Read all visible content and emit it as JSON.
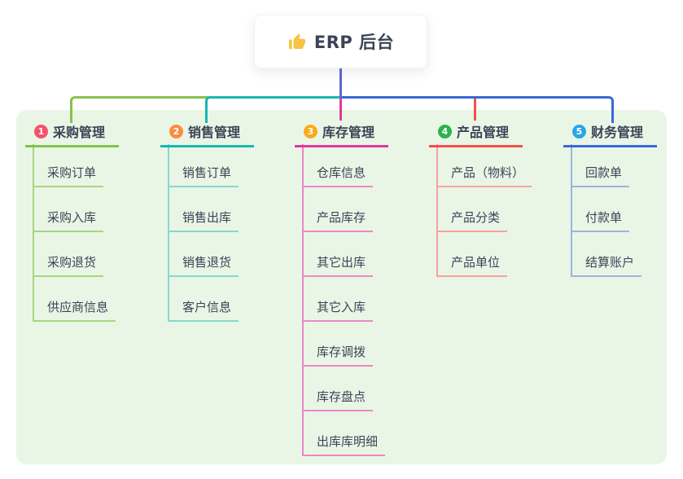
{
  "root": {
    "label": "ERP 后台",
    "icon": "thumbs-up-icon",
    "icon_color": "#f6c344",
    "line_color": "#5b68cf"
  },
  "panel_color": "#e9f6e6",
  "branches": [
    {
      "num": "1",
      "title": "采购管理",
      "badge_color": "#f4526b",
      "line": "#88c14c",
      "line_light": "#a9d57f",
      "children": [
        "采购订单",
        "采购入库",
        "采购退货",
        "供应商信息"
      ]
    },
    {
      "num": "2",
      "title": "销售管理",
      "badge_color": "#fb8d3d",
      "line": "#17b8b0",
      "line_light": "#82d9cf",
      "children": [
        "销售订单",
        "销售出库",
        "销售退货",
        "客户信息"
      ]
    },
    {
      "num": "3",
      "title": "库存管理",
      "badge_color": "#fbab18",
      "line": "#e0399e",
      "line_light": "#ef86c4",
      "children": [
        "仓库信息",
        "产品库存",
        "其它出库",
        "其它入库",
        "库存调拨",
        "库存盘点",
        "出库库明细"
      ]
    },
    {
      "num": "4",
      "title": "产品管理",
      "badge_color": "#2cb34c",
      "line": "#f2504b",
      "line_light": "#f8a29c",
      "children": [
        "产品（物料）",
        "产品分类",
        "产品单位"
      ]
    },
    {
      "num": "5",
      "title": "财务管理",
      "badge_color": "#29a7e8",
      "line": "#3b68d8",
      "line_light": "#9fb1e0",
      "children": [
        "回款单",
        "付款单",
        "结算账户"
      ]
    }
  ]
}
